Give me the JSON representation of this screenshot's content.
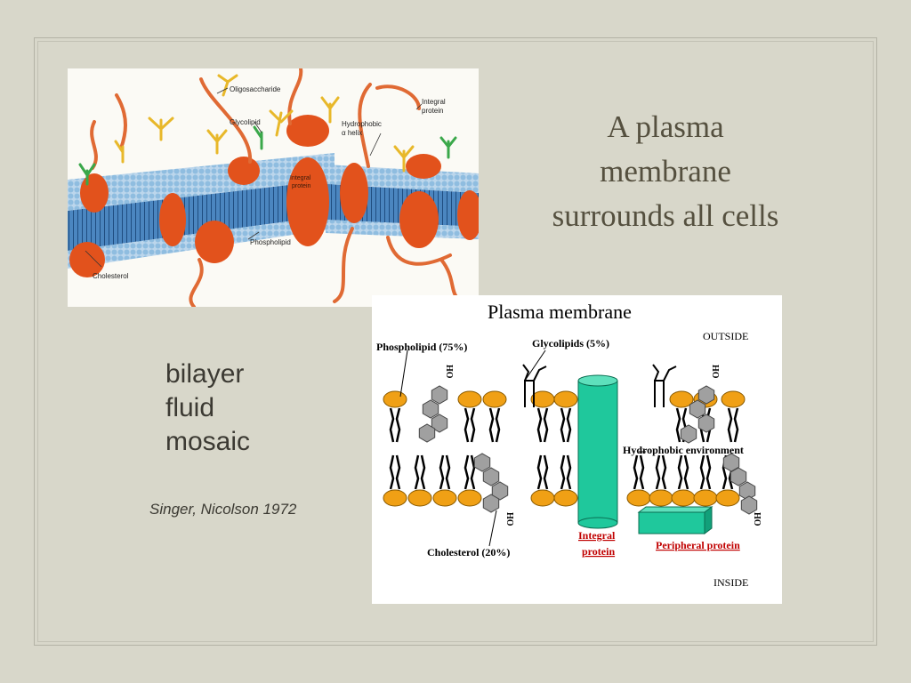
{
  "slide": {
    "title_lines": [
      "A plasma",
      "membrane",
      "surrounds all cells"
    ],
    "bullets": [
      "bilayer",
      "fluid",
      "mosaic"
    ],
    "citation": "Singer, Nicolson 1972"
  },
  "figure_3d": {
    "labels": {
      "oligosaccharide": "Oligosaccharide",
      "glycolipid": "Glycolipid",
      "hydrophobic": "Hydrophobic",
      "alpha_helix": "α helix",
      "integral_line1": "Integral",
      "integral_line2": "protein",
      "integral_center_line1": "Integral",
      "integral_center_line2": "protein",
      "phospholipid": "Phospholipid",
      "cholesterol": "Cholesterol"
    }
  },
  "figure_diagram": {
    "title": "Plasma membrane",
    "outside": "OUTSIDE",
    "inside": "INSIDE",
    "phospholipid": "Phospholipid (75%)",
    "glycolipids": "Glycolipids (5%)",
    "hydrophobic": "Hydrophobic environment",
    "cholesterol": "Cholesterol (20%)",
    "integral_line1": "Integral",
    "integral_line2": "protein",
    "peripheral": "Peripheral protein",
    "ho": "HO",
    "colors": {
      "lipid_head": "#f0a015",
      "protein": "#1fc89c",
      "ring": "#a0a0a0",
      "label_red": "#c00000"
    }
  }
}
